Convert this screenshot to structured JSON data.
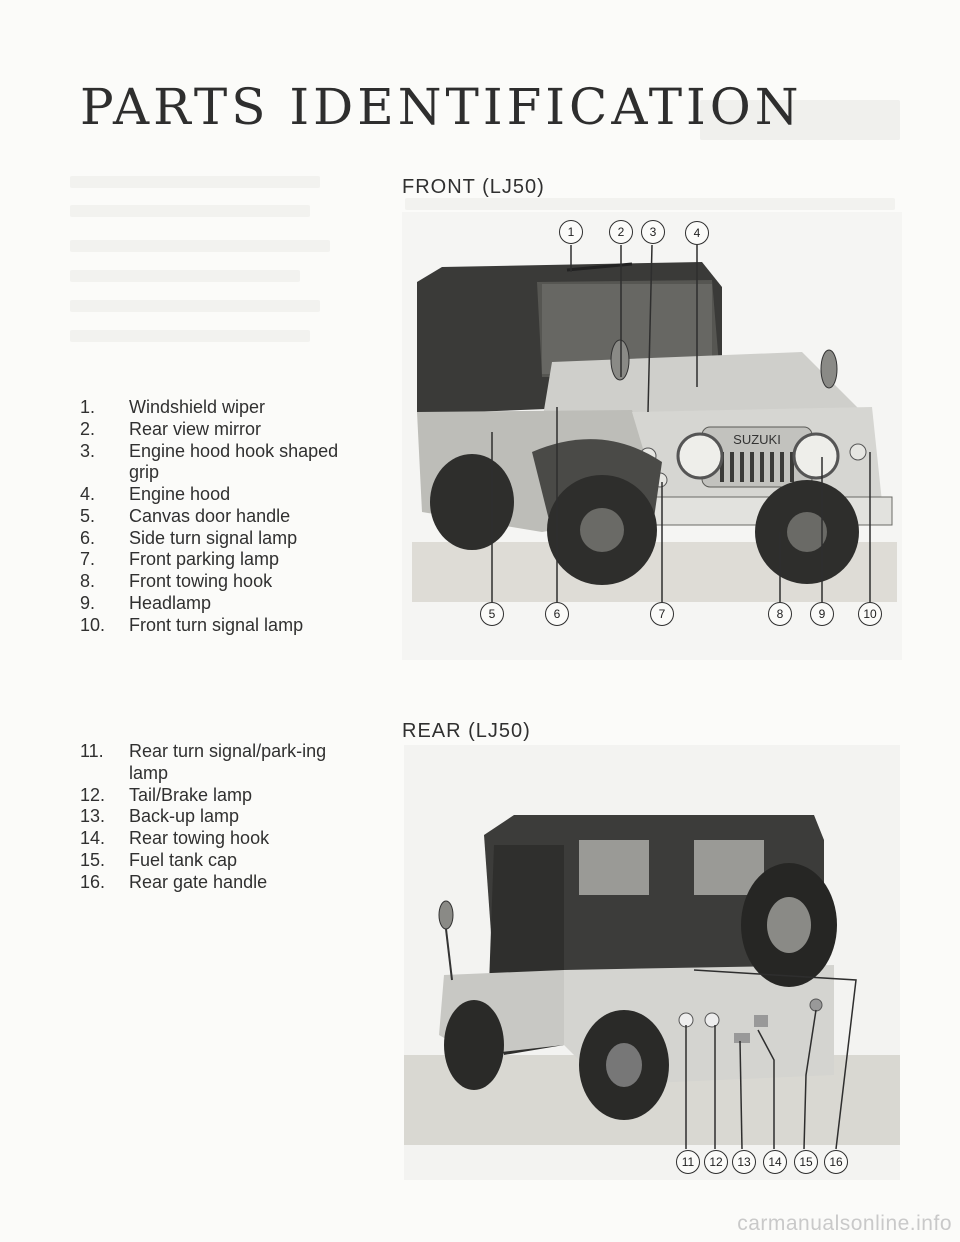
{
  "page": {
    "title": "PARTS IDENTIFICATION",
    "footer": "carmanualsonline.info"
  },
  "front": {
    "label": "FRONT (LJ50)",
    "items": [
      {
        "num": "1.",
        "text": "Windshield wiper"
      },
      {
        "num": "2.",
        "text": "Rear view mirror"
      },
      {
        "num": "3.",
        "text": "Engine hood hook shaped grip"
      },
      {
        "num": "4.",
        "text": "Engine hood"
      },
      {
        "num": "5.",
        "text": "Canvas door handle"
      },
      {
        "num": "6.",
        "text": "Side turn signal lamp"
      },
      {
        "num": "7.",
        "text": "Front parking lamp"
      },
      {
        "num": "8.",
        "text": "Front towing hook"
      },
      {
        "num": "9.",
        "text": "Headlamp"
      },
      {
        "num": "10.",
        "text": "Front turn signal lamp"
      }
    ],
    "callouts": [
      "1",
      "2",
      "3",
      "4",
      "5",
      "6",
      "7",
      "8",
      "9",
      "10"
    ],
    "grille_text": "SUZUKI"
  },
  "rear": {
    "label": "REAR (LJ50)",
    "items": [
      {
        "num": "11.",
        "text": "Rear turn signal/park-ing lamp"
      },
      {
        "num": "12.",
        "text": "Tail/Brake lamp"
      },
      {
        "num": "13.",
        "text": "Back-up lamp"
      },
      {
        "num": "14.",
        "text": "Rear towing hook"
      },
      {
        "num": "15.",
        "text": "Fuel tank cap"
      },
      {
        "num": "16.",
        "text": "Rear gate handle"
      }
    ],
    "callouts": [
      "11",
      "12",
      "13",
      "14",
      "15",
      "16"
    ]
  }
}
